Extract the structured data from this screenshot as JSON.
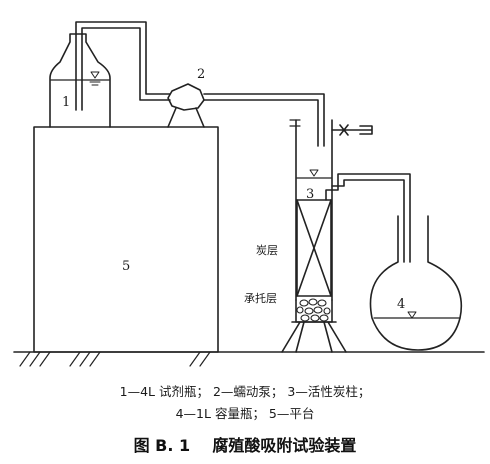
{
  "labels": {
    "reagent_bottle": "1",
    "pump": "2",
    "column": "3",
    "flask": "4",
    "platform": "5",
    "carbon_layer": "炭层",
    "support_layer": "承托层"
  },
  "caption": {
    "line1": "1—4L 试剂瓶； 2—蠕动泵； 3—活性炭柱；",
    "line2": "4—1L 容量瓶； 5—平台"
  },
  "figure_title": "图 B. 1    腐殖酸吸附试验装置"
}
